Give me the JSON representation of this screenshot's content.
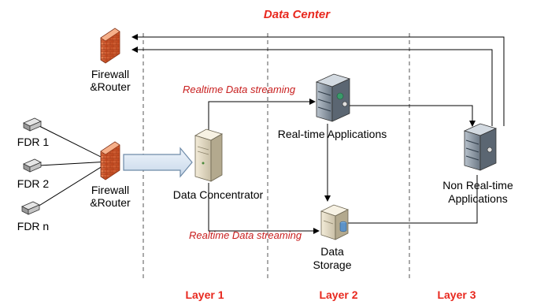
{
  "title": "Data Center",
  "devices": {
    "fdr1": "FDR 1",
    "fdr2": "FDR 2",
    "fdrn": "FDR n",
    "firewall_top": [
      "Firewall",
      "&Router"
    ],
    "firewall_mid": [
      "Firewall",
      "&Router"
    ],
    "concentrator": "Data Concentrator",
    "realtime": "Real-time Applications",
    "nonrealtime": [
      "Non Real-time",
      "Applications"
    ],
    "storage": [
      "Data",
      "Storage"
    ]
  },
  "streams": {
    "top": "Realtime Data streaming",
    "bottom": "Realtime Data streaming"
  },
  "layers": [
    "Layer 1",
    "Layer 2",
    "Layer 3"
  ],
  "colors": {
    "accent": "#e8281e",
    "stream_text": "#c81e1e",
    "line": "#000000"
  },
  "icons": {
    "firewall": "brick-firewall-icon",
    "fdr": "fdr-device-icon",
    "server": "server-tower-icon",
    "rack": "server-rack-icon",
    "storage": "database-server-icon"
  }
}
